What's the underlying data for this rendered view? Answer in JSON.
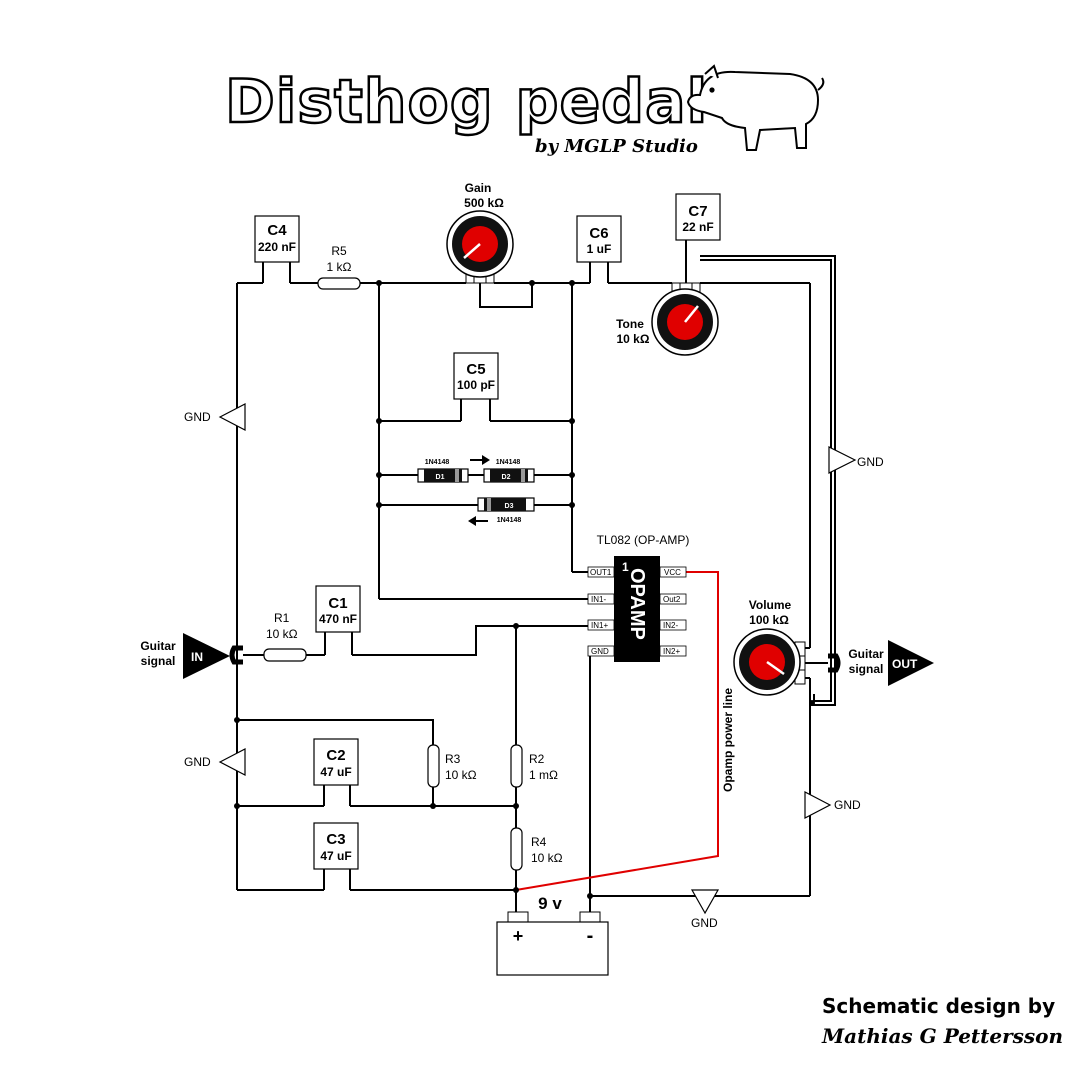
{
  "title": {
    "main": "Disthog pedal",
    "sub": "by MGLP Studio"
  },
  "credit": {
    "line1": "Schematic design by",
    "line2": "Mathias G Pettersson"
  },
  "components": {
    "c4": {
      "name": "C4",
      "value": "220 nF"
    },
    "r5": {
      "name": "R5",
      "value": "1 kΩ"
    },
    "gain": {
      "name": "Gain",
      "value": "500 kΩ"
    },
    "c6": {
      "name": "C6",
      "value": "1 uF"
    },
    "c7": {
      "name": "C7",
      "value": "22 nF"
    },
    "tone": {
      "name": "Tone",
      "value": "10 kΩ"
    },
    "c5": {
      "name": "C5",
      "value": "100 pF"
    },
    "d1": {
      "name": "D1",
      "part": "1N4148"
    },
    "d2": {
      "name": "D2",
      "part": "1N4148"
    },
    "d3": {
      "name": "D3",
      "part": "1N4148"
    },
    "opamp": {
      "title": "TL082 (OP-AMP)",
      "body": "OPAMP",
      "pin1_marker": "1"
    },
    "c1": {
      "name": "C1",
      "value": "470 nF"
    },
    "r1": {
      "name": "R1",
      "value": "10 kΩ"
    },
    "c2": {
      "name": "C2",
      "value": "47 uF"
    },
    "r3": {
      "name": "R3",
      "value": "10 kΩ"
    },
    "r2": {
      "name": "R2",
      "value": "1 mΩ"
    },
    "c3": {
      "name": "C3",
      "value": "47 uF"
    },
    "r4": {
      "name": "R4",
      "value": "10 kΩ"
    },
    "volume": {
      "name": "Volume",
      "value": "100 kΩ"
    },
    "battery": {
      "voltage": "9 v",
      "plus": "+",
      "minus": "-"
    }
  },
  "opamp_pins": {
    "out1": "OUT1",
    "in1m": "IN1-",
    "in1p": "IN1+",
    "gnd": "GND",
    "vcc": "VCC",
    "out2": "Out2",
    "in2m": "IN2-",
    "in2p": "IN2+"
  },
  "io": {
    "in_label": "Guitar signal",
    "in_tag": "IN",
    "out_label": "Guitar signal",
    "out_tag": "OUT"
  },
  "gnd_label": "GND",
  "power_line_label": "Opamp power line",
  "colors": {
    "knob_red": "#e00000",
    "power_line": "#e00000"
  }
}
